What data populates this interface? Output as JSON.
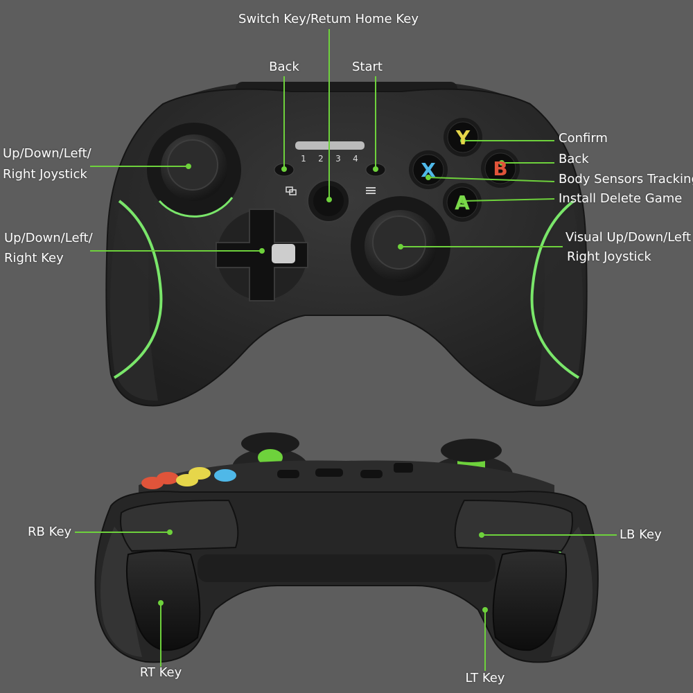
{
  "colors": {
    "background": "#5d5d5d",
    "body": "#2b2b2b",
    "accent_green": "#7ae66a",
    "button_y": "#e6d64a",
    "button_b": "#e0543a",
    "button_x": "#4fb8e8",
    "button_a": "#7ad84a"
  },
  "face_buttons": {
    "y": "Y",
    "b": "B",
    "x": "X",
    "a": "A"
  },
  "player_leds": [
    "1",
    "2",
    "3",
    "4"
  ],
  "labels": {
    "home": "Switch Key/Retum Home Key",
    "back_top": "Back",
    "start": "Start",
    "joystick_left_1": "Up/Down/Left/",
    "joystick_left_2": "Right Joystick",
    "dpad_1": "Up/Down/Left/",
    "dpad_2": "Right Key",
    "confirm": "Confirm",
    "back_b": "Back",
    "body_sensors": "Body Sensors Tracking",
    "install_delete": "Install Delete Game",
    "visual_1": "Visual Up/Down/Left",
    "visual_2": "Right Joystick",
    "rb": "RB Key",
    "lb": "LB Key",
    "rt": "RT Key",
    "lt": "LT Key"
  },
  "diagram_icons": [
    "switch-view-icon",
    "menu-icon"
  ]
}
